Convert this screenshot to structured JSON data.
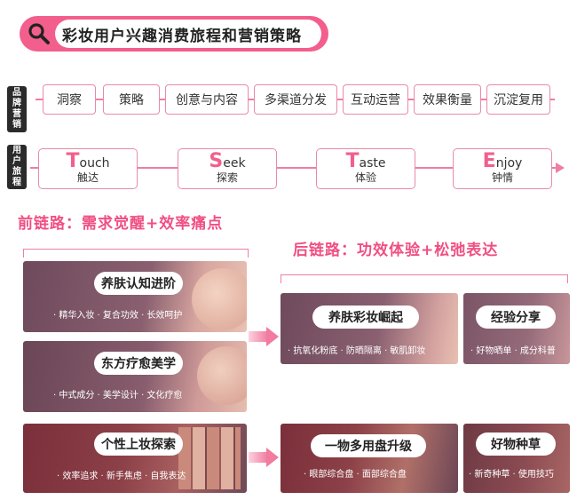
{
  "title": "彩妆用户兴趣消费旅程和营销策略",
  "icons": {
    "search": "search-icon"
  },
  "colors": {
    "accent": "#f25f8c",
    "line": "#ec7fa2",
    "heading": "#f04f83"
  },
  "brand_marketing": {
    "tag": [
      "品",
      "牌",
      "营",
      "销"
    ],
    "steps": [
      "洞察",
      "策略",
      "创意与内容",
      "多渠道分发",
      "互动运营",
      "效果衡量",
      "沉淀复用"
    ]
  },
  "user_journey": {
    "tag": [
      "用",
      "户",
      "旅",
      "程"
    ],
    "stages": [
      {
        "cap": "T",
        "rest": "ouch",
        "zh": "触达"
      },
      {
        "cap": "S",
        "rest": "eek",
        "zh": "探索"
      },
      {
        "cap": "T",
        "rest": "aste",
        "zh": "体验"
      },
      {
        "cap": "E",
        "rest": "njoy",
        "zh": "钟情"
      }
    ]
  },
  "front_chain": {
    "heading": "前链路：需求觉醒+效率痛点",
    "cards": [
      {
        "title": "养肤认知进阶",
        "tags": "· 精华入妆   · 复合功效   · 长效呵护"
      },
      {
        "title": "东方疗愈美学",
        "tags": "· 中式成分   · 美学设计   · 文化疗愈"
      },
      {
        "title": "个性上妆探索",
        "tags": "· 效率追求   · 新手焦虑   · 自我表达"
      }
    ]
  },
  "back_chain": {
    "heading": "后链路：功效体验+松弛表达",
    "cards": [
      {
        "title": "养肤彩妆崛起",
        "tags": "· 抗氧化粉底   · 防晒隔离   · 敏肌卸妆"
      },
      {
        "title": "经验分享",
        "tags": "· 好物晒单  · 成分科普"
      },
      {
        "title": "一物多用盘升级",
        "tags": "· 眼部综合盘   · 面部综合盘"
      },
      {
        "title": "好物种草",
        "tags": "· 新奇种草 · 使用技巧"
      }
    ]
  }
}
